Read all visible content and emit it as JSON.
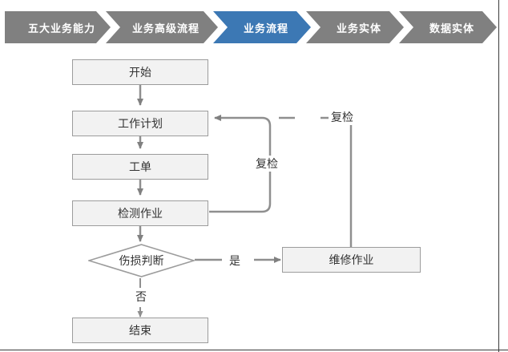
{
  "breadcrumb": {
    "items": [
      {
        "label": "五大业务能力",
        "active": false
      },
      {
        "label": "业务高级流程",
        "active": false
      },
      {
        "label": "业务流程",
        "active": true
      },
      {
        "label": "业务实体",
        "active": false
      },
      {
        "label": "数据实体",
        "active": false
      }
    ],
    "active_color": "#3c78b4",
    "inactive_color": "#808080",
    "text_color": "#ffffff"
  },
  "flowchart": {
    "node_fill": "#f2f2f2",
    "node_border": "#9c9c9c",
    "connector_color": "#808080",
    "text_color": "#333333",
    "nodes": {
      "start": "开始",
      "work_plan": "工作计划",
      "work_order": "工单",
      "inspection_task": "检测作业",
      "damage_decision": "伤损判断",
      "repair_task": "维修作业",
      "end": "结束"
    },
    "edge_labels": {
      "recheck_inner": "复检",
      "recheck_outer": "复检",
      "yes": "是",
      "no": "否"
    }
  }
}
